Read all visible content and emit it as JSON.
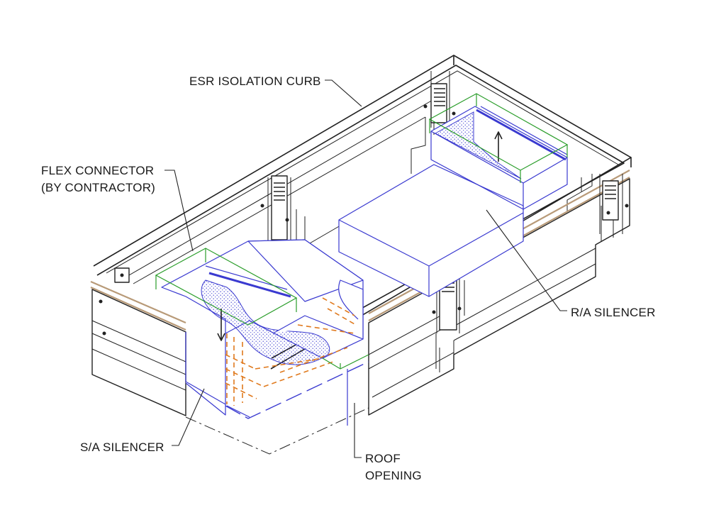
{
  "labels": {
    "esr_curb": "ESR ISOLATION CURB",
    "flex_connector_line1": "FLEX CONNECTOR",
    "flex_connector_line2": "(BY CONTRACTOR)",
    "ra_silencer": "R/A SILENCER",
    "sa_silencer": "S/A SILENCER",
    "roof_opening_line1": "ROOF",
    "roof_opening_line2": "OPENING"
  },
  "colors": {
    "curb_line": "#222222",
    "silencer_line": "#3a3ad0",
    "flex_connector": "#2a9d2a",
    "isolator_rail": "#b89a78",
    "acoustic_fill": "#e07a1e"
  }
}
